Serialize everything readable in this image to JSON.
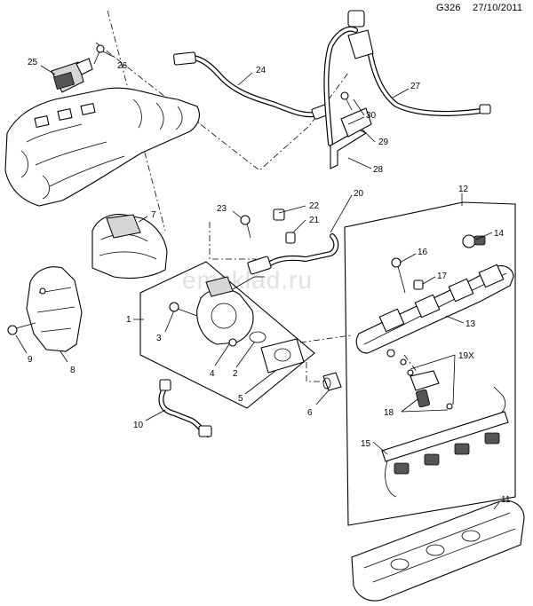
{
  "header": {
    "code": "G326",
    "date": "27/10/2011"
  },
  "watermark": "emsklad.ru",
  "callouts": [
    "1",
    "2",
    "3",
    "4",
    "5",
    "6",
    "7",
    "8",
    "9",
    "10",
    "11",
    "12",
    "13",
    "14",
    "15",
    "16",
    "17",
    "18",
    "19X",
    "20",
    "21",
    "22",
    "23",
    "24",
    "25",
    "26",
    "27",
    "28",
    "29",
    "30"
  ]
}
